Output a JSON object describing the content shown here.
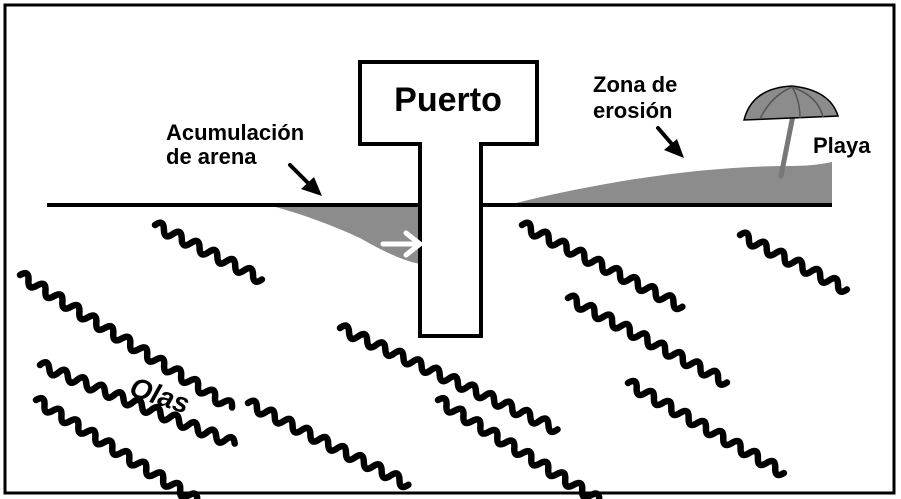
{
  "labels": {
    "port": "Puerto",
    "accumulation_line1": "Acumulación",
    "accumulation_line2": "de arena",
    "erosion_line1": "Zona de",
    "erosion_line2": "erosión",
    "beach": "Playa",
    "waves": "Olas"
  },
  "colors": {
    "sand": "#8c8c8c",
    "ink": "#000000",
    "background": "#ffffff",
    "umbrella_pole": "#777777"
  },
  "icons": {
    "current_arrow": "right-arrow-icon",
    "umbrella": "beach-umbrella-icon"
  }
}
